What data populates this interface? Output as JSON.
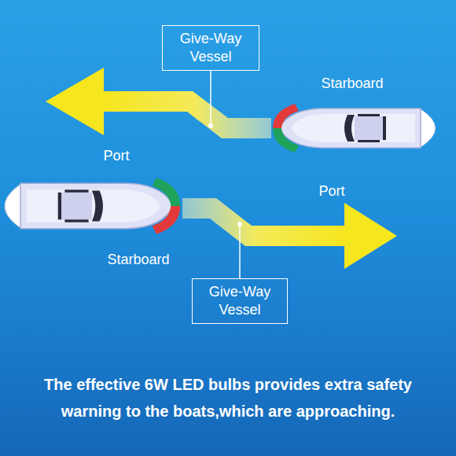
{
  "diagram": {
    "caption": "The effective 6W LED bulbs provides extra safety warning to the boats,which are approaching.",
    "nodes": [
      {
        "text": [
          "Give-Way Vessel"
        ]
      },
      {
        "text": [
          "Give-Way Vessel"
        ]
      }
    ],
    "labels": [
      "Starboard",
      "Port",
      "Port",
      "Starboard"
    ]
  }
}
